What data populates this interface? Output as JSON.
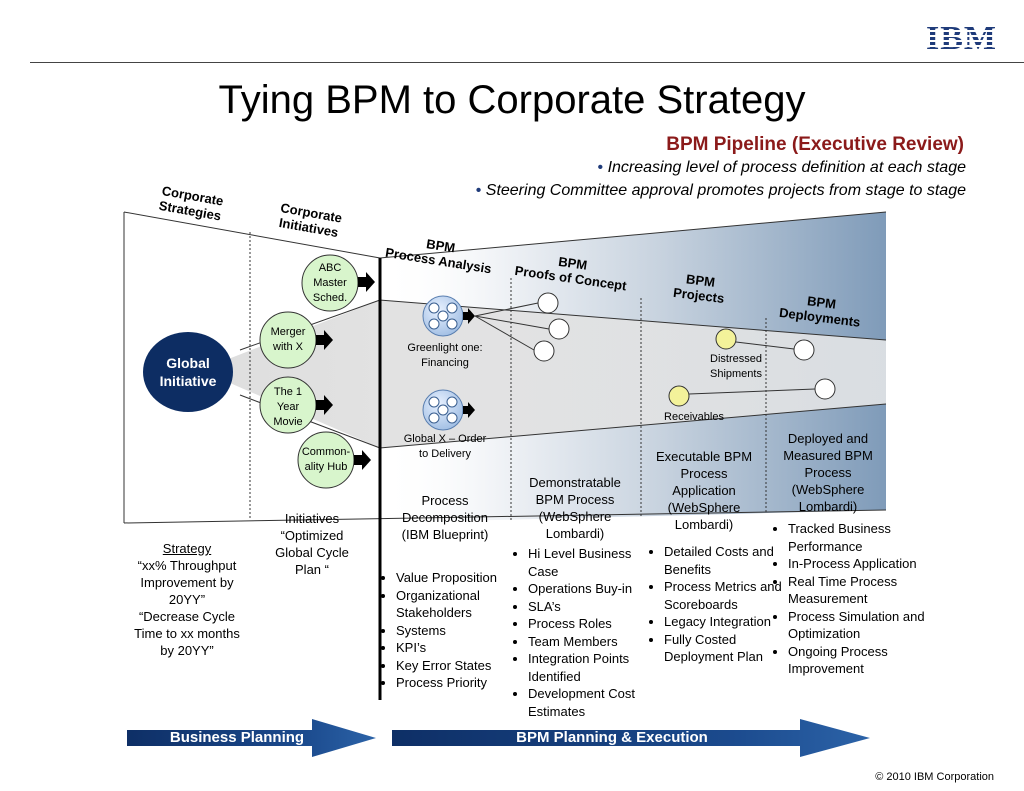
{
  "header": {
    "logo": "IBM",
    "title": "Tying BPM to Corporate Strategy",
    "pipeline_title": "BPM Pipeline (Executive Review)",
    "bullets": [
      "Increasing level of process definition at each stage",
      "Steering Committee approval promotes projects from stage to stage"
    ],
    "bullet_glyph": "•"
  },
  "stages": {
    "corp_strategies": "Corporate\nStrategies",
    "corp_initiatives": "Corporate\nInitiatives",
    "process_analysis": "BPM\nProcess Analysis",
    "proofs": "BPM\nProofs of Concept",
    "projects": "BPM\nProjects",
    "deployments": "BPM\nDeployments"
  },
  "global_initiative": "Global\nInitiative",
  "initiatives": [
    "ABC\nMaster\nSched.",
    "Merger\nwith X",
    "The 1\nYear\nMovie",
    "Common-\nality Hub"
  ],
  "process_nodes": [
    {
      "label": "Greenlight one:\nFinancing"
    },
    {
      "label": "Global X – Order\nto Delivery"
    }
  ],
  "project_nodes": {
    "distressed": "Distressed\nShipments",
    "receivables": "Receivables"
  },
  "descriptions": {
    "process_decomp": "Process\nDecomposition\n(IBM Blueprint)",
    "demonstratable": "Demonstratable\nBPM Process\n(WebSphere\nLombardi)",
    "executable": "Executable BPM\nProcess\nApplication\n(WebSphere\nLombardi)",
    "deployed": "Deployed and\nMeasured  BPM\nProcess\n(WebSphere\nLombardi)",
    "initiatives": "Initiatives\n“Optimized\nGlobal Cycle\nPlan “",
    "strategy_head": "Strategy",
    "strategy_body": "“xx% Throughput\nImprovement by\n20YY”\n“Decrease Cycle\nTime to xx months\nby 20YY”"
  },
  "lists": {
    "analysis": [
      "Value Proposition",
      "Organizational Stakeholders",
      "Systems",
      "KPI’s",
      "Key Error States",
      "Process Priority"
    ],
    "proofs": [
      "Hi Level Business Case",
      "Operations Buy-in",
      "SLA’s",
      "Process Roles",
      "Team Members",
      "Integration Points Identified",
      "Development Cost Estimates"
    ],
    "projects": [
      "Detailed Costs and Benefits",
      "Process Metrics and Scoreboards",
      "Legacy Integration",
      "Fully Costed Deployment Plan"
    ],
    "deployments": [
      "Tracked Business Performance",
      "In-Process Application",
      "Real Time Process Measurement",
      "Process Simulation and Optimization",
      "Ongoing Process Improvement"
    ]
  },
  "arrows": {
    "business_planning": "Business Planning",
    "bpm_planning": "BPM Planning & Execution"
  },
  "footer": {
    "copyright": "© 2010 IBM Corporation"
  },
  "colors": {
    "navy": "#0d2d63",
    "arrow_blue": "#103a78",
    "pipeline_red": "#8b1a1a",
    "initiative_green": "#d8f5cc",
    "project_yellow": "#f3f29a"
  }
}
